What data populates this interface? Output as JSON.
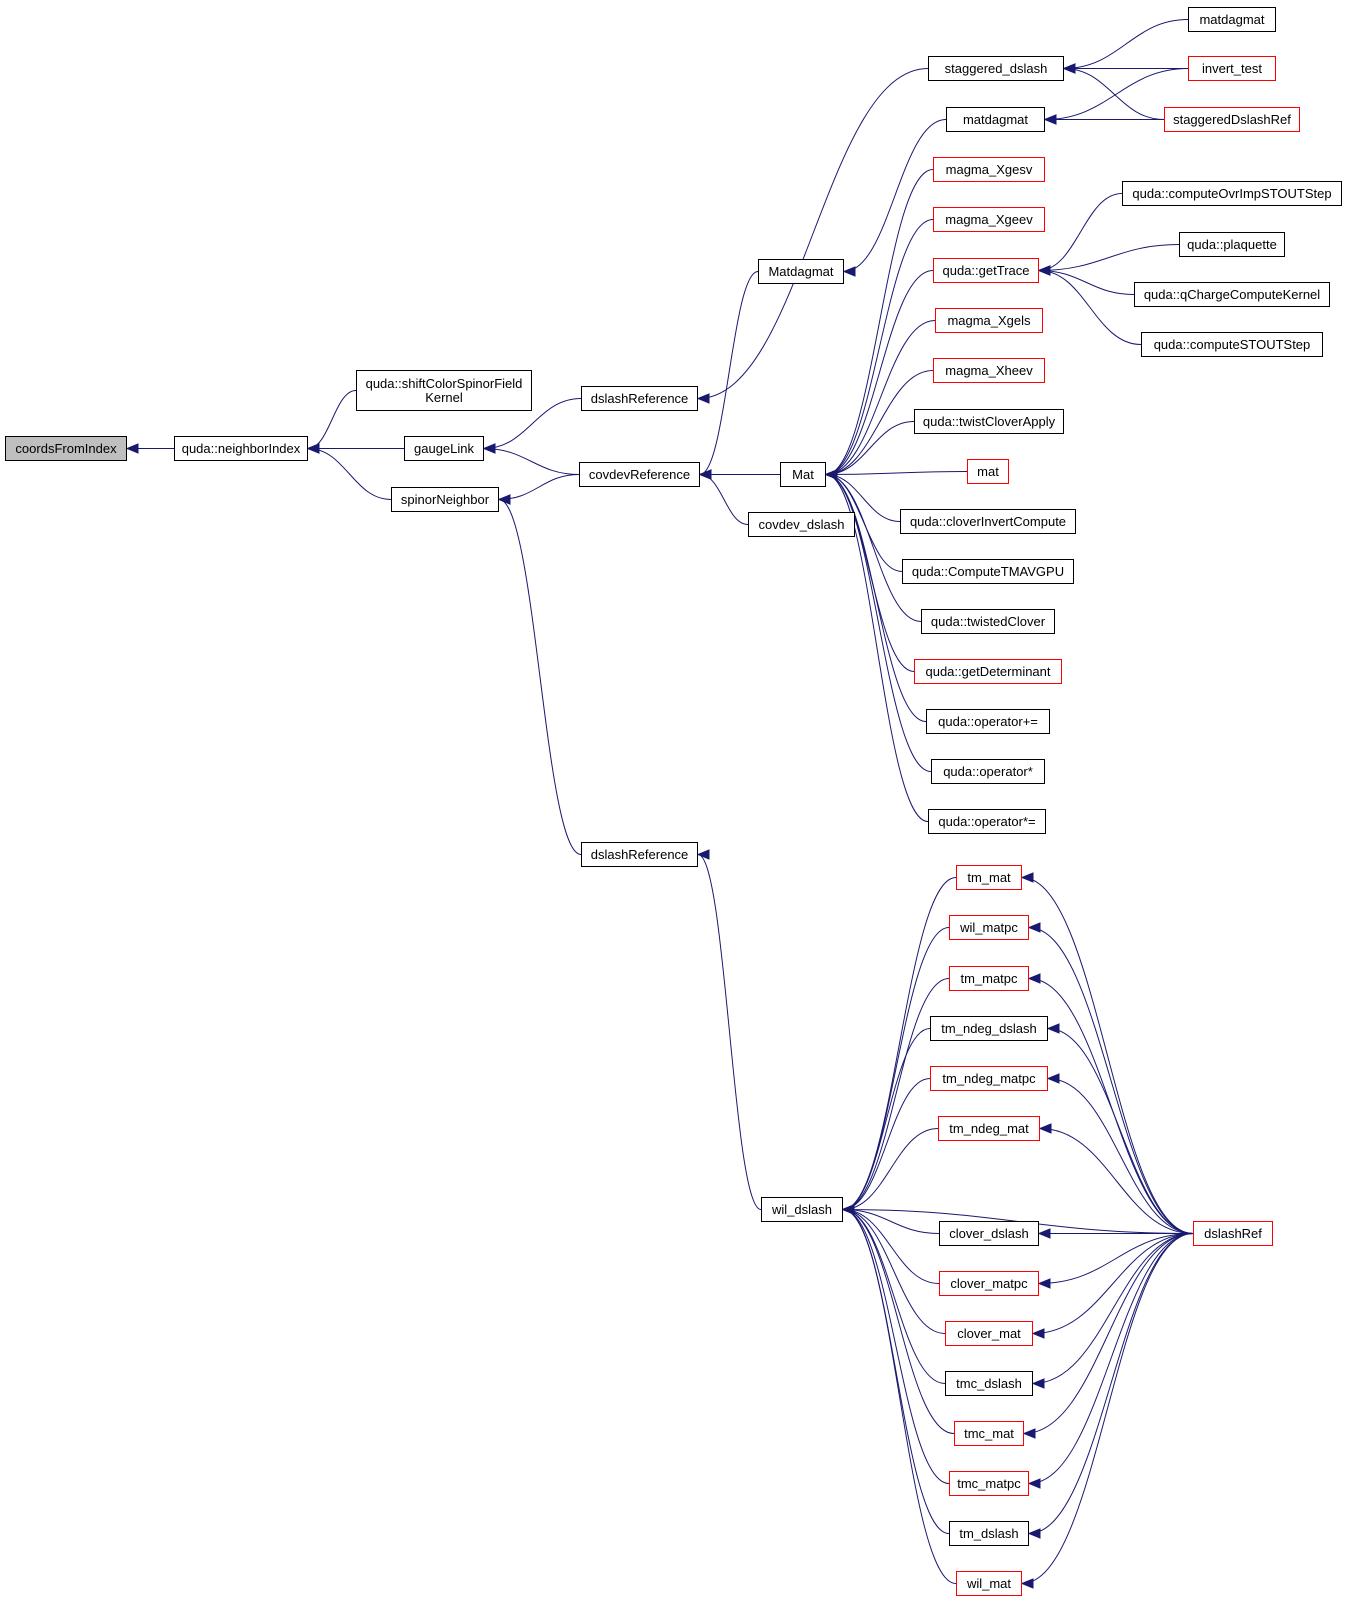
{
  "colors": {
    "edge": "#191970",
    "node_border": "#000000",
    "node_border_linked": "#ff0000",
    "root_fill": "#bfbfbf"
  },
  "nodes": {
    "coordsFromIndex": {
      "label": "coordsFromIndex",
      "style": "root"
    },
    "neighborIndex": {
      "label": "quda::neighborIndex",
      "style": "black"
    },
    "shiftColorSpinorFieldKernel": {
      "label": "quda::shiftColorSpinorField\nKernel",
      "style": "black"
    },
    "gaugeLink": {
      "label": "gaugeLink",
      "style": "black"
    },
    "spinorNeighbor": {
      "label": "spinorNeighbor",
      "style": "black"
    },
    "dslashReference1": {
      "label": "dslashReference",
      "style": "black"
    },
    "covdevReference": {
      "label": "covdevReference",
      "style": "black"
    },
    "dslashReference2": {
      "label": "dslashReference",
      "style": "black"
    },
    "staggered_dslash": {
      "label": "staggered_dslash",
      "style": "black"
    },
    "matdagmat1": {
      "label": "matdagmat",
      "style": "black"
    },
    "Matdagmat": {
      "label": "Matdagmat",
      "style": "black"
    },
    "Mat": {
      "label": "Mat",
      "style": "black"
    },
    "covdev_dslash": {
      "label": "covdev_dslash",
      "style": "black"
    },
    "wil_dslash": {
      "label": "wil_dslash",
      "style": "black"
    },
    "matdagmat2": {
      "label": "matdagmat",
      "style": "black"
    },
    "invert_test": {
      "label": "invert_test",
      "style": "red"
    },
    "staggeredDslashRef": {
      "label": "staggeredDslashRef",
      "style": "red"
    },
    "magma_Xgesv": {
      "label": "magma_Xgesv",
      "style": "red"
    },
    "magma_Xgeev": {
      "label": "magma_Xgeev",
      "style": "red"
    },
    "getTrace": {
      "label": "quda::getTrace",
      "style": "red"
    },
    "magma_Xgels": {
      "label": "magma_Xgels",
      "style": "red"
    },
    "magma_Xheev": {
      "label": "magma_Xheev",
      "style": "red"
    },
    "twistCloverApply": {
      "label": "quda::twistCloverApply",
      "style": "black"
    },
    "mat": {
      "label": "mat",
      "style": "red"
    },
    "cloverInvertCompute": {
      "label": "quda::cloverInvertCompute",
      "style": "black"
    },
    "ComputeTMAVGPU": {
      "label": "quda::ComputeTMAVGPU",
      "style": "black"
    },
    "twistedClover": {
      "label": "quda::twistedClover",
      "style": "black"
    },
    "getDeterminant": {
      "label": "quda::getDeterminant",
      "style": "red"
    },
    "operatorPlusEq": {
      "label": "quda::operator+=",
      "style": "black"
    },
    "operatorMul": {
      "label": "quda::operator*",
      "style": "black"
    },
    "operatorMulEq": {
      "label": "quda::operator*=",
      "style": "black"
    },
    "computeOvrImpSTOUTStep": {
      "label": "quda::computeOvrImpSTOUTStep",
      "style": "black"
    },
    "plaquette": {
      "label": "quda::plaquette",
      "style": "black"
    },
    "qChargeComputeKernel": {
      "label": "quda::qChargeComputeKernel",
      "style": "black"
    },
    "computeSTOUTStep": {
      "label": "quda::computeSTOUTStep",
      "style": "black"
    },
    "tm_mat": {
      "label": "tm_mat",
      "style": "red"
    },
    "wil_matpc": {
      "label": "wil_matpc",
      "style": "red"
    },
    "tm_matpc": {
      "label": "tm_matpc",
      "style": "red"
    },
    "tm_ndeg_dslash": {
      "label": "tm_ndeg_dslash",
      "style": "black"
    },
    "tm_ndeg_matpc": {
      "label": "tm_ndeg_matpc",
      "style": "red"
    },
    "tm_ndeg_mat": {
      "label": "tm_ndeg_mat",
      "style": "red"
    },
    "clover_dslash": {
      "label": "clover_dslash",
      "style": "black"
    },
    "clover_matpc": {
      "label": "clover_matpc",
      "style": "red"
    },
    "clover_mat": {
      "label": "clover_mat",
      "style": "red"
    },
    "tmc_dslash": {
      "label": "tmc_dslash",
      "style": "black"
    },
    "tmc_mat": {
      "label": "tmc_mat",
      "style": "red"
    },
    "tmc_matpc": {
      "label": "tmc_matpc",
      "style": "red"
    },
    "tm_dslash": {
      "label": "tm_dslash",
      "style": "black"
    },
    "wil_mat": {
      "label": "wil_mat",
      "style": "red"
    },
    "dslashRef": {
      "label": "dslashRef",
      "style": "red"
    }
  },
  "edges": [
    [
      "neighborIndex",
      "coordsFromIndex"
    ],
    [
      "shiftColorSpinorFieldKernel",
      "neighborIndex"
    ],
    [
      "gaugeLink",
      "neighborIndex"
    ],
    [
      "spinorNeighbor",
      "neighborIndex"
    ],
    [
      "dslashReference1",
      "gaugeLink"
    ],
    [
      "covdevReference",
      "gaugeLink"
    ],
    [
      "covdevReference",
      "spinorNeighbor"
    ],
    [
      "dslashReference2",
      "spinorNeighbor"
    ],
    [
      "staggered_dslash",
      "dslashReference1"
    ],
    [
      "Matdagmat",
      "covdevReference"
    ],
    [
      "Mat",
      "covdevReference"
    ],
    [
      "covdev_dslash",
      "covdevReference"
    ],
    [
      "wil_dslash",
      "dslashReference2"
    ],
    [
      "matdagmat2",
      "staggered_dslash"
    ],
    [
      "invert_test",
      "staggered_dslash"
    ],
    [
      "staggeredDslashRef",
      "staggered_dslash"
    ],
    [
      "invert_test",
      "matdagmat1"
    ],
    [
      "staggeredDslashRef",
      "matdagmat1"
    ],
    [
      "matdagmat1",
      "Matdagmat"
    ],
    [
      "magma_Xgesv",
      "Mat"
    ],
    [
      "magma_Xgeev",
      "Mat"
    ],
    [
      "getTrace",
      "Mat"
    ],
    [
      "magma_Xgels",
      "Mat"
    ],
    [
      "magma_Xheev",
      "Mat"
    ],
    [
      "twistCloverApply",
      "Mat"
    ],
    [
      "mat",
      "Mat"
    ],
    [
      "cloverInvertCompute",
      "Mat"
    ],
    [
      "ComputeTMAVGPU",
      "Mat"
    ],
    [
      "twistedClover",
      "Mat"
    ],
    [
      "getDeterminant",
      "Mat"
    ],
    [
      "operatorPlusEq",
      "Mat"
    ],
    [
      "operatorMul",
      "Mat"
    ],
    [
      "operatorMulEq",
      "Mat"
    ],
    [
      "computeOvrImpSTOUTStep",
      "getTrace"
    ],
    [
      "plaquette",
      "getTrace"
    ],
    [
      "qChargeComputeKernel",
      "getTrace"
    ],
    [
      "computeSTOUTStep",
      "getTrace"
    ],
    [
      "tm_mat",
      "wil_dslash"
    ],
    [
      "wil_matpc",
      "wil_dslash"
    ],
    [
      "tm_matpc",
      "wil_dslash"
    ],
    [
      "tm_ndeg_dslash",
      "wil_dslash"
    ],
    [
      "tm_ndeg_matpc",
      "wil_dslash"
    ],
    [
      "tm_ndeg_mat",
      "wil_dslash"
    ],
    [
      "dslashRef",
      "wil_dslash"
    ],
    [
      "clover_dslash",
      "wil_dslash"
    ],
    [
      "clover_matpc",
      "wil_dslash"
    ],
    [
      "clover_mat",
      "wil_dslash"
    ],
    [
      "tmc_dslash",
      "wil_dslash"
    ],
    [
      "tmc_mat",
      "wil_dslash"
    ],
    [
      "tmc_matpc",
      "wil_dslash"
    ],
    [
      "tm_dslash",
      "wil_dslash"
    ],
    [
      "wil_mat",
      "wil_dslash"
    ],
    [
      "dslashRef",
      "tm_mat"
    ],
    [
      "dslashRef",
      "wil_matpc"
    ],
    [
      "dslashRef",
      "tm_matpc"
    ],
    [
      "dslashRef",
      "tm_ndeg_dslash"
    ],
    [
      "dslashRef",
      "tm_ndeg_matpc"
    ],
    [
      "dslashRef",
      "tm_ndeg_mat"
    ],
    [
      "dslashRef",
      "clover_dslash"
    ],
    [
      "dslashRef",
      "clover_matpc"
    ],
    [
      "dslashRef",
      "clover_mat"
    ],
    [
      "dslashRef",
      "tmc_dslash"
    ],
    [
      "dslashRef",
      "tmc_mat"
    ],
    [
      "dslashRef",
      "tmc_matpc"
    ],
    [
      "dslashRef",
      "tm_dslash"
    ],
    [
      "dslashRef",
      "wil_mat"
    ]
  ]
}
